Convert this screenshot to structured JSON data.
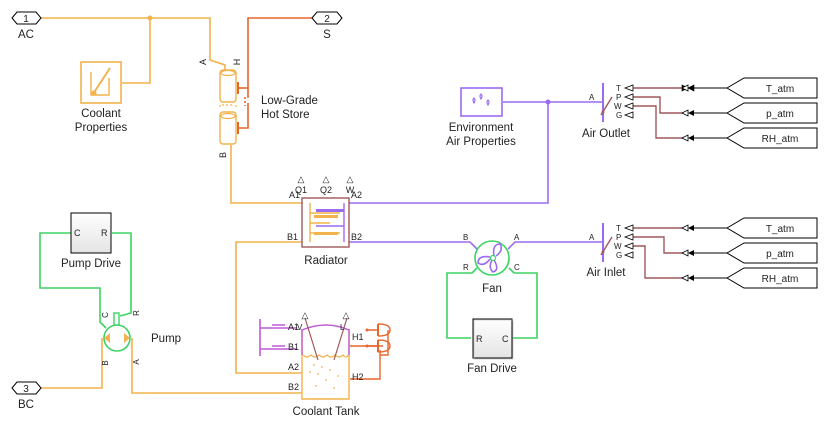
{
  "diagram": {
    "ports": [
      {
        "id": "1",
        "label": "AC"
      },
      {
        "id": "2",
        "label": "S"
      },
      {
        "id": "3",
        "label": "BC"
      }
    ],
    "blocks": {
      "coolant_properties": {
        "label_line1": "Coolant",
        "label_line2": "Properties"
      },
      "hot_store": {
        "label_line1": "Low-Grade",
        "label_line2": "Hot Store",
        "port_a": "A",
        "port_b": "B",
        "port_h": "H"
      },
      "radiator": {
        "label": "Radiator",
        "ports": {
          "a1": "A1",
          "b1": "B1",
          "a2": "A2",
          "b2": "B2",
          "q1": "Q1",
          "q2": "Q2",
          "w": "W"
        }
      },
      "env_air": {
        "label_line1": "Environment",
        "label_line2": "Air Properties"
      },
      "air_outlet": {
        "label": "Air Outlet",
        "port_a": "A",
        "inputs": [
          "T",
          "P",
          "W",
          "G"
        ]
      },
      "air_inlet": {
        "label": "Air Inlet",
        "port_a": "A",
        "inputs": [
          "T",
          "P",
          "W",
          "G"
        ]
      },
      "fan": {
        "label": "Fan",
        "ports": {
          "a": "A",
          "b": "B",
          "r": "R",
          "c": "C"
        }
      },
      "fan_drive": {
        "label": "Fan Drive",
        "port_r": "R",
        "port_c": "C"
      },
      "pump_drive": {
        "label": "Pump Drive",
        "port_c": "C",
        "port_r": "R"
      },
      "pump": {
        "label": "Pump",
        "ports": {
          "a": "A",
          "b": "B",
          "c": "C",
          "r": "R"
        }
      },
      "coolant_tank": {
        "label": "Coolant Tank",
        "ports": {
          "a1": "A1",
          "b1": "B1",
          "a2": "A2",
          "b2": "B2",
          "h1": "H1",
          "h2": "H2",
          "v": "V",
          "l": "L"
        }
      }
    },
    "from_tags_outlet": [
      "T_atm",
      "p_atm",
      "RH_atm"
    ],
    "from_tags_inlet": [
      "T_atm",
      "p_atm",
      "RH_atm"
    ]
  },
  "colors": {
    "coolant": "#F2B24C",
    "air": "#9B6BF2",
    "mechanical": "#3DD364",
    "thermal": "#E8652B",
    "moisture": "#C05CD8",
    "signal": "#A0585C"
  }
}
